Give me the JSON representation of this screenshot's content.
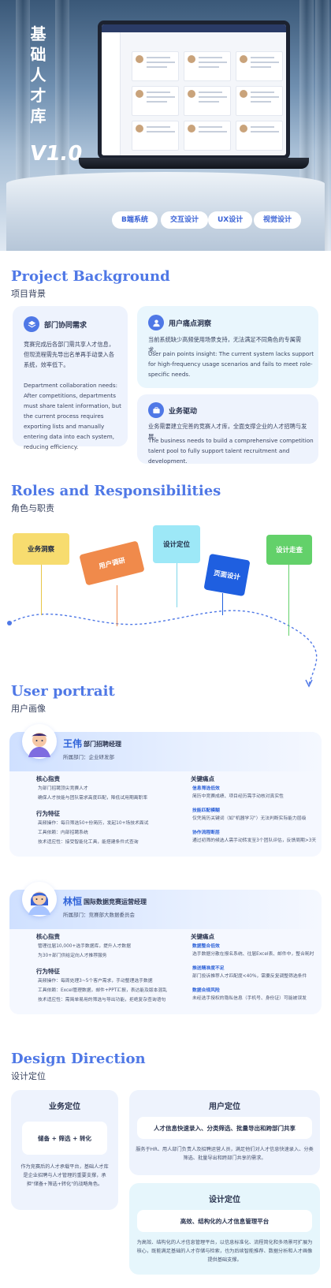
{
  "hero": {
    "title_chars": [
      "基",
      "础",
      "人",
      "才",
      "库"
    ],
    "version": "V1.0",
    "tags": [
      "B端系统",
      "交互设计",
      "UX设计",
      "视觉设计"
    ]
  },
  "project_background": {
    "title_en": "Project Background",
    "title_cn": "项目背景",
    "card1": {
      "title": "部门协同需求",
      "text_cn": "竞赛完成后各部门需共享人才信息，但现流程需先导出名单再手动录入各系统，效率低下。",
      "text_en": "Department collaboration needs: After competitions, departments must share talent information, but the current process requires exporting lists and manually entering data into each system, reducing efficiency."
    },
    "card2": {
      "title": "用户痛点洞察",
      "text_cn": "当前系统缺少高频使用场景支持，无法满足不同角色的专属需求。",
      "text_en": "User pain points insight: The current system lacks support for high-frequency usage scenarios and fails to meet role-specific needs."
    },
    "card3": {
      "title": "业务驱动",
      "text_cn": "业务需要建立完善的竞赛人才库，全面支撑企业的人才招聘与发展。",
      "text_en": "The business needs to build a comprehensive competition talent pool to fully support talent recruitment and development."
    }
  },
  "roles": {
    "title_en": "Roles and Responsibilities",
    "title_cn": "角色与职责",
    "items": [
      "业务洞察",
      "用户调研",
      "设计定位",
      "页面设计",
      "设计走查"
    ],
    "colors": [
      "#f7dc6f",
      "#f08a4b",
      "#9de8f7",
      "#1f5fe0",
      "#63d16a"
    ]
  },
  "user_portrait": {
    "title_en": "User portrait",
    "title_cn": "用户画像",
    "personas": [
      {
        "name": "王伟",
        "role": "部门招聘经理",
        "dept": "所属部门：企业研发部",
        "core_title": "核心指责",
        "core": [
          "为部门招聘顶尖竞赛人才",
          "确保人才技能与团队需求高度匹配，降低试用期离职率"
        ],
        "behavior_title": "行为特征",
        "behavior": [
          "高频操作：每日筛选50+份简历，发起10+场技术面试",
          "工具依赖：内部招聘系统",
          "技术适应性：接受智能化工具，能搭建条件式查询"
        ],
        "pain_title": "关键痛点",
        "pains": [
          {
            "h": "信息筛选低效",
            "t": "简历中竞赛成绩、项目经历需手动核对真实性"
          },
          {
            "h": "技能匹配模糊",
            "t": "仅凭简历关键词（如\"机器学习\"）无法判断实际能力层级"
          },
          {
            "h": "协作流程断层",
            "t": "通过初筛的候选人需手动转发至3个团队评估，反馈周期>3天"
          }
        ]
      },
      {
        "name": "林恒",
        "role": "国际数据竞赛运营经理",
        "dept": "所属部门：竞赛部大数据委员会",
        "core_title": "核心指责",
        "core": [
          "管理往届10,000+选手数据库，提升人才数据",
          "为30+部门供给定向人才推荐服务"
        ],
        "behavior_title": "行为特征",
        "behavior": [
          "高频操作：每周处理3~5个客户需求，手动整理选手数据",
          "工具依赖：Excel管理数据，邮件+PPT汇报，表达能及版本混乱",
          "技术适应性：需简单易用的筛选与导出功能，拒绝复杂查询语句"
        ],
        "pain_title": "关键痛点",
        "pains": [
          {
            "h": "数据整合低效",
            "t": "选手数据分散在报名系统、往届Excel表、邮件中，整合耗时"
          },
          {
            "h": "推送精准度不足",
            "t": "部门投诉推荐人才匹配度<40%，需要反复调整筛选条件"
          },
          {
            "h": "数据合规风险",
            "t": "未经选手授权的隐私信息（手机号、身份证）可能被误发"
          }
        ]
      }
    ]
  },
  "design_direction": {
    "title_en": "Design Direction",
    "title_cn": "设计定位",
    "business": {
      "title": "业务定位",
      "box": "储备 + 筛选 + 转化",
      "text": "作为竞赛后的人才承载平台，基础人才库是企业招聘与人才管理的重要支撑，承担\"储备+筛选+转化\"的战略角色。"
    },
    "user": {
      "title": "用户定位",
      "box": "人才信息快速录入、分类筛选、批量导出和跨部门共享",
      "text": "服务于HR、用人部门负责人及招聘运营人员，满足他们对人才信息快速录入、分类筛选、批量导出和跨部门共享的需求。"
    },
    "design": {
      "title": "设计定位",
      "box": "高效、结构化的人才信息管理平台",
      "text": "为高效、结构化的人才信息管理平台，以信息标准化、流程简化和多场景可扩展为核心，既能满足基础的人才存储与检索，也为后续智能推荐、数据分析和人才画像提供基础支撑。"
    }
  },
  "colors": {
    "accent": "#4f78e6",
    "dark": "#2b3550"
  }
}
